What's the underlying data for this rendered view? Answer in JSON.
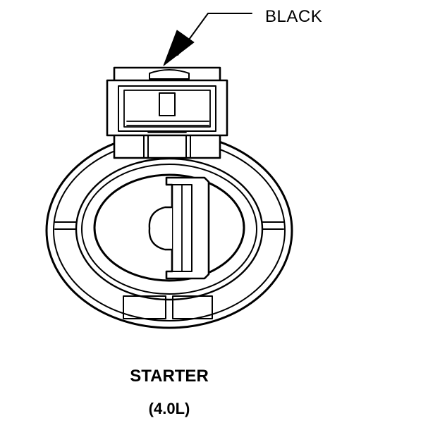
{
  "diagram": {
    "callout": {
      "label": "BLACK"
    },
    "caption": {
      "name": "STARTER",
      "variant": "(4.0L)"
    },
    "colors": {
      "line": "#000000",
      "background": "#ffffff"
    },
    "icon": "connector-face-view-icon"
  }
}
